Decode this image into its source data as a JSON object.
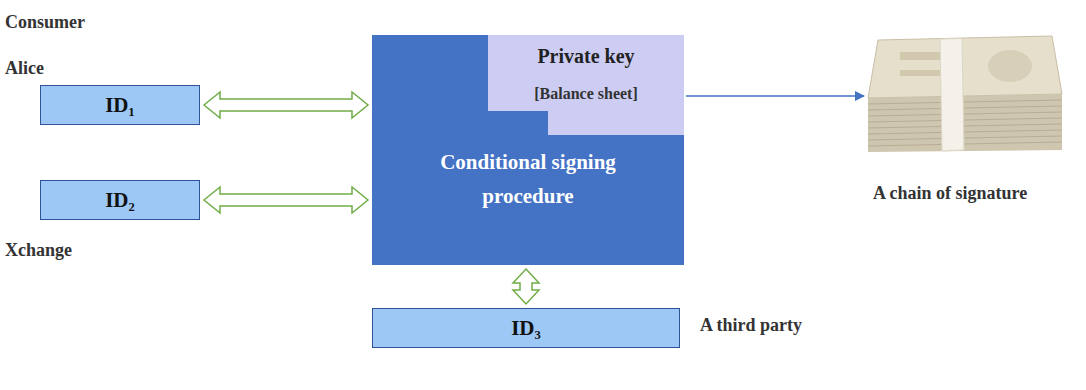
{
  "diagram": {
    "nodes": [
      {
        "text": [
          "ID₁"
        ]
      },
      {
        "text": [
          "Conditional signing procedure"
        ]
      },
      {
        "text": [
          "Private key",
          "[Balance sheet]"
        ],
        "in": 1
      },
      {
        "text": [
          "ID₂"
        ]
      },
      {
        "text": [
          "ID₃"
        ]
      }
    ],
    "edges": [
      {
        "from": 0,
        "to": 1,
        "arrow": "both"
      },
      {
        "from": 3,
        "to": 1,
        "arrow": "both"
      },
      {
        "from": 1,
        "to": 4,
        "arrow": "both"
      }
    ],
    "labels": [
      "Consumer",
      "Alice",
      "Xchange",
      "A chain of signature",
      "A third party"
    ]
  }
}
